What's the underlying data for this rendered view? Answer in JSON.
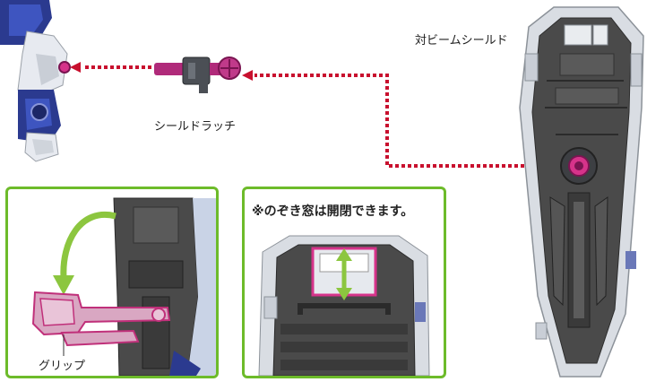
{
  "labels": {
    "shield": "対ビームシールド",
    "latch": "シールドラッチ",
    "grip": "グリップ",
    "note": "※のぞき窓は開閉できます。"
  },
  "colors": {
    "panel_border": "#6dbb2a",
    "connector_dots": "#c8102e",
    "highlight_magenta": "#d6338a",
    "arrow_green": "#8cc63f",
    "shield_dark": "#4a4a4a",
    "shield_light": "#d9dde3"
  }
}
